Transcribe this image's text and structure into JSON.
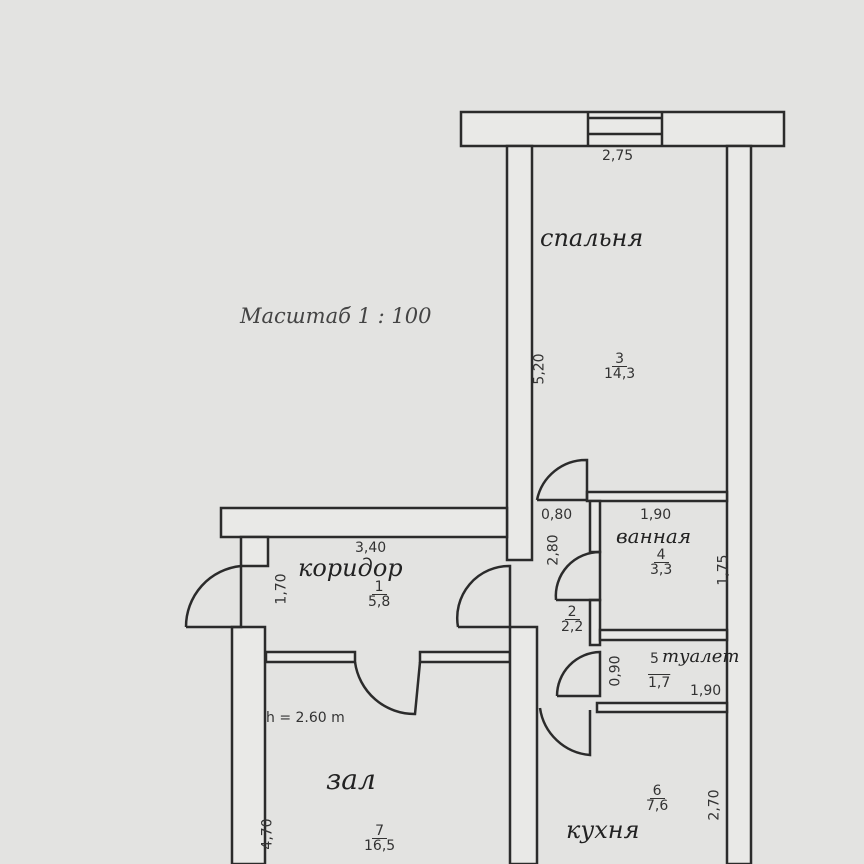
{
  "scale_label": "Масштаб 1 : 100",
  "ceiling_height": "h = 2.60 m",
  "rooms": [
    {
      "name": "спальня",
      "number": "3",
      "area": "14,3"
    },
    {
      "name": "коридор",
      "number": "1",
      "area": "5,8"
    },
    {
      "name": "",
      "number": "2",
      "area": "2,2"
    },
    {
      "name": "ванная",
      "number": "4",
      "area": "3,3"
    },
    {
      "name": "туалет",
      "number": "5",
      "area": "1,7"
    },
    {
      "name": "кухня",
      "number": "6",
      "area": "7,6"
    },
    {
      "name": "зал",
      "number": "7",
      "area": "16,5"
    }
  ],
  "dimensions": {
    "bedroom_width": "2,75",
    "bedroom_length": "5,20",
    "corridor_width": "3,40",
    "corridor_depth": "1,70",
    "hall_door_width": "0,80",
    "hall_length": "2,80",
    "bath_width": "1,90",
    "bath_depth": "1,75",
    "toilet_depth": "0,90",
    "toilet_width": "1,90",
    "kitchen_depth": "2,70",
    "living_length": "4,70"
  }
}
